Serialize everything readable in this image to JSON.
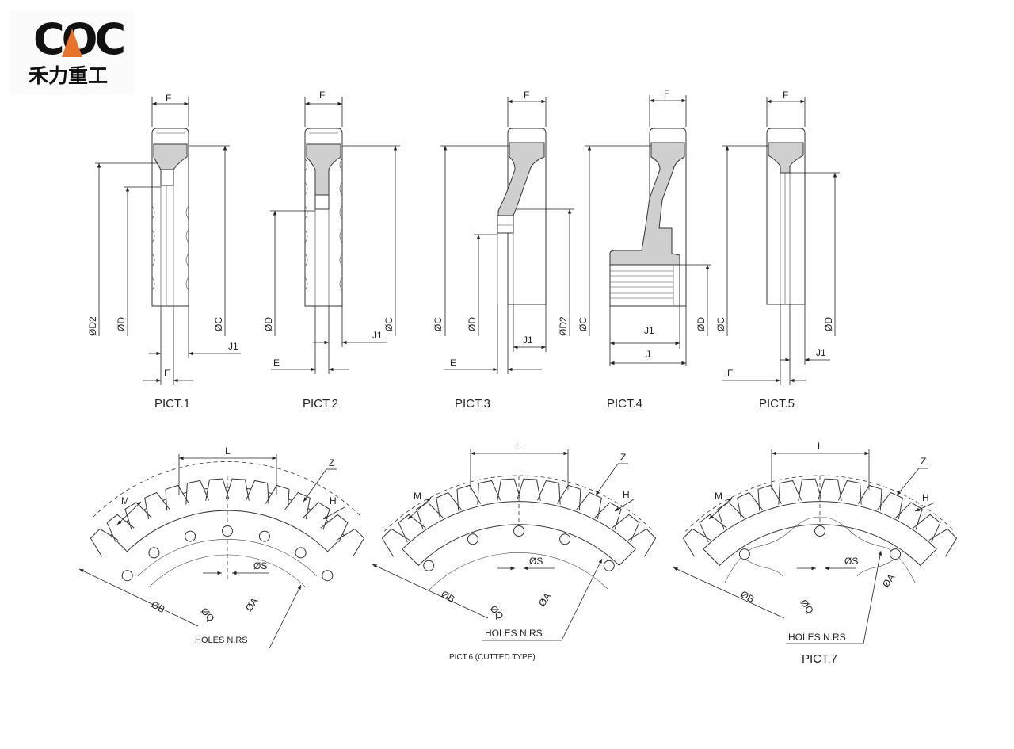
{
  "logo": {
    "letters": "COC",
    "cn_text": "禾力重工",
    "accent": "#e8732a"
  },
  "pict1": {
    "caption": "PICT.1",
    "labels": {
      "F": "F",
      "D2": "ØD2",
      "D": "ØD",
      "C": "ØC",
      "J1": "J1",
      "E": "E"
    }
  },
  "pict2": {
    "caption": "PICT.2",
    "labels": {
      "F": "F",
      "D": "ØD",
      "C": "ØC",
      "J1": "J1",
      "E": "E"
    }
  },
  "pict3": {
    "caption": "PICT.3",
    "labels": {
      "F": "F",
      "C": "ØC",
      "D": "ØD",
      "D2": "ØD2",
      "J1": "J1",
      "E": "E"
    }
  },
  "pict4": {
    "caption": "PICT.4",
    "labels": {
      "F": "F",
      "C": "ØC",
      "D": "ØD",
      "J1": "J1",
      "J": "J"
    }
  },
  "pict5": {
    "caption": "PICT.5",
    "labels": {
      "F": "F",
      "C": "ØC",
      "D": "ØD",
      "J1": "J1",
      "E": "E"
    }
  },
  "pict6": {
    "caption": "HOLES N.RS",
    "labels": {
      "L": "L",
      "Z": "Z",
      "M": "M",
      "H": "H",
      "S": "ØS",
      "B": "ØB",
      "Q": "ØQ",
      "A": "ØA"
    }
  },
  "pict7": {
    "caption": "PICT.6 (CUTTED TYPE)",
    "holes": "HOLES N.RS",
    "labels": {
      "L": "L",
      "Z": "Z",
      "M": "M",
      "H": "H",
      "S": "ØS",
      "B": "ØB",
      "Q": "ØQ",
      "A": "ØA"
    }
  },
  "pict8": {
    "caption": "PICT.7",
    "holes": "HOLES N.RS",
    "labels": {
      "L": "L",
      "Z": "Z",
      "M": "M",
      "H": "H",
      "S": "ØS",
      "B": "ØB",
      "Q": "ØQ",
      "A": "ØA"
    }
  }
}
